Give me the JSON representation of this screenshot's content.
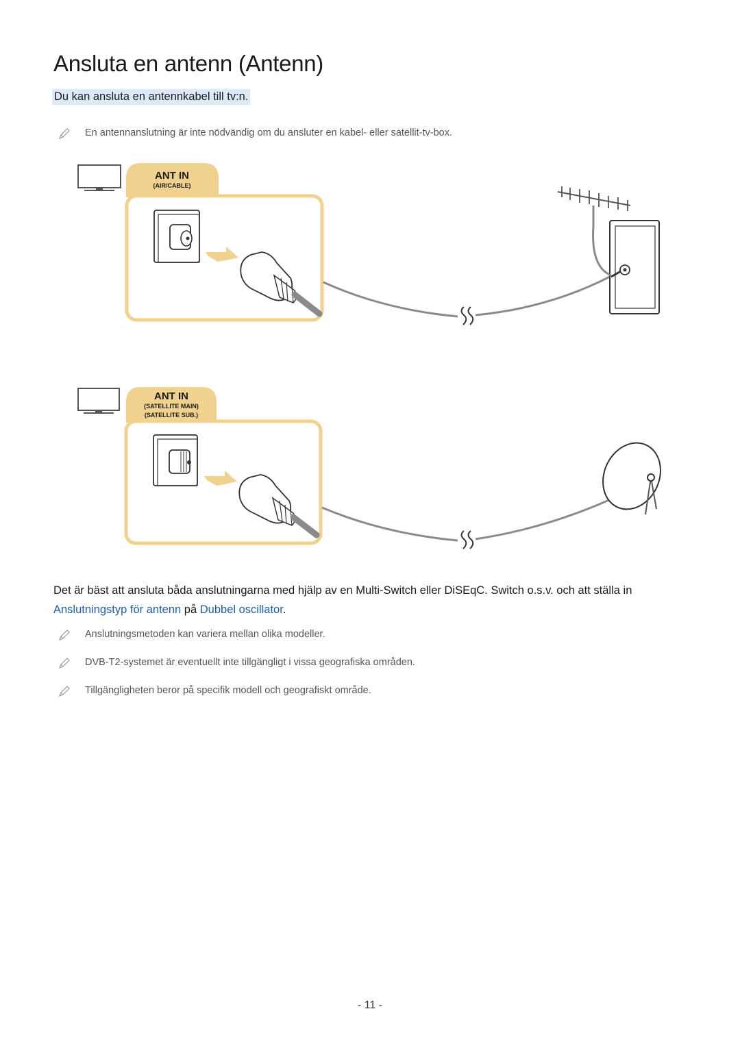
{
  "page": {
    "title": "Ansluta en antenn (Antenn)",
    "intro": "Du kan ansluta en antennkabel till tv:n.",
    "notes_top": [
      "En antennanslutning är inte nödvändig om du ansluter en kabel- eller satellit-tv-box."
    ],
    "diagram1": {
      "port_label": "ANT IN",
      "port_sub": "(AIR/CABLE)"
    },
    "diagram2": {
      "port_label": "ANT IN",
      "port_sub1": "(SATELLITE MAIN)",
      "port_sub2": "(SATELLITE SUB.)"
    },
    "paragraph": {
      "before": "Det är bäst att ansluta båda anslutningarna med hjälp av en Multi-Switch eller DiSEqC. Switch o.s.v. och att ställa in ",
      "link1": "Anslutningstyp för antenn",
      "middle": " på ",
      "link2": "Dubbel oscillator",
      "after": "."
    },
    "notes_bottom": [
      "Anslutningsmetoden kan variera mellan olika modeller.",
      "DVB-T2-systemet är eventuellt inte tillgängligt i vissa geografiska områden.",
      "Tillgängligheten beror på specifik modell och geografiskt område."
    ],
    "page_number": "- 11 -"
  },
  "colors": {
    "link": "#1f5fa8",
    "highlight": "#dce9f7",
    "tab_fill": "#f0d28e",
    "tab_border": "#e8c77a",
    "cable": "#8a8a8a"
  },
  "icons": [
    "pencil-note-icon",
    "tv-icon",
    "antenna-icon",
    "satellite-dish-icon",
    "wall-outlet-icon",
    "cable-break-icon"
  ]
}
